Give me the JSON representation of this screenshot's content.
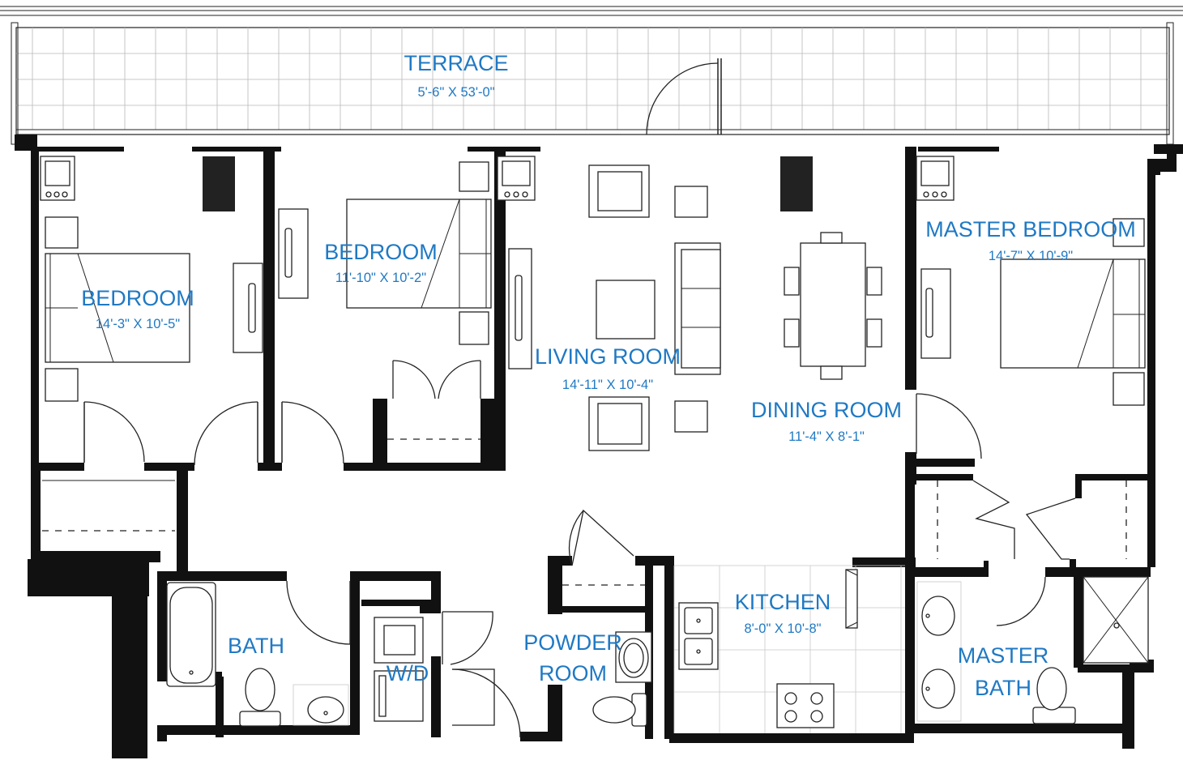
{
  "rooms": {
    "terrace": {
      "name": "TERRACE",
      "dims": "5'-6\" X 53'-0\""
    },
    "bedroom1": {
      "name": "BEDROOM",
      "dims": "14'-3\" X 10'-5\""
    },
    "bedroom2": {
      "name": "BEDROOM",
      "dims": "11'-10\" X 10'-2\""
    },
    "living": {
      "name": "LIVING ROOM",
      "dims": "14'-11\" X 10'-4\""
    },
    "dining": {
      "name": "DINING ROOM",
      "dims": "11'-4\" X 8'-1\""
    },
    "master": {
      "name": "MASTER BEDROOM",
      "dims": "14'-7\" X 10'-9\""
    },
    "kitchen": {
      "name": "KITCHEN",
      "dims": "8'-0\" X 10'-8\""
    },
    "bath": {
      "name": "BATH"
    },
    "wd": {
      "name": "W/D"
    },
    "powder": {
      "line1": "POWDER",
      "line2": "ROOM"
    },
    "master_bath": {
      "line1": "MASTER",
      "line2": "BATH"
    }
  },
  "colors": {
    "label": "#1f79c4",
    "wall": "#111111",
    "line": "#222222",
    "tile": "#b8b8b8"
  }
}
